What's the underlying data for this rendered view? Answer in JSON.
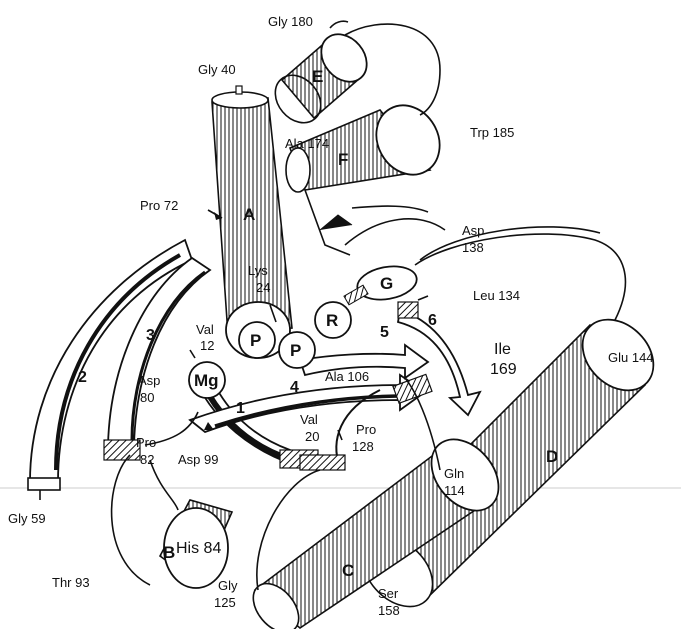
{
  "residue_labels": {
    "gly180": "Gly 180",
    "gly40": "Gly 40",
    "trp185": "Trp 185",
    "ala174": "Ala 174",
    "pro72": "Pro 72",
    "asp138_a": "Asp",
    "asp138_b": "138",
    "lys24_a": "Lys",
    "lys24_b": "24",
    "leu134": "Leu 134",
    "val12_a": "Val",
    "val12_b": "12",
    "ile169_a": "Ile",
    "ile169_b": "169",
    "glu144": "Glu 144",
    "asp80_a": "Asp",
    "asp80_b": "80",
    "ala106": "Ala 106",
    "pro82_a": "Pro",
    "pro82_b": "82",
    "asp99": "Asp 99",
    "val20_a": "Val",
    "val20_b": "20",
    "pro128_a": "Pro",
    "pro128_b": "128",
    "gln114_a": "Gln",
    "gln114_b": "114",
    "gly59": "Gly 59",
    "thr93": "Thr 93",
    "his84": "His 84",
    "gly125_a": "Gly",
    "gly125_b": "125",
    "ser158_a": "Ser",
    "ser158_b": "158"
  },
  "helix_labels": {
    "a": "A",
    "b": "B",
    "c": "C",
    "d": "D",
    "e": "E",
    "f": "F"
  },
  "strand_labels": {
    "s1": "1",
    "s2": "2",
    "s3": "3",
    "s4": "4",
    "s5": "5",
    "s6": "6"
  },
  "ligand_labels": {
    "p1": "P",
    "p2": "P",
    "r": "R",
    "g": "G",
    "mg": "Mg"
  }
}
